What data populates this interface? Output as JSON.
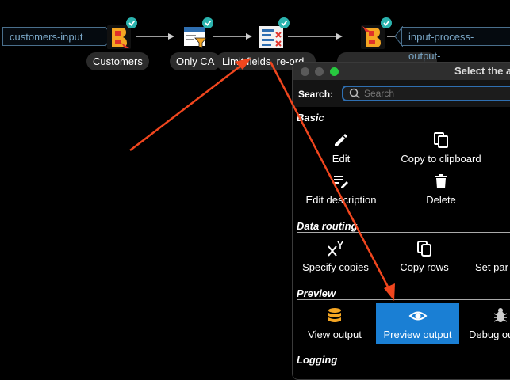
{
  "pipeline": {
    "input_port": "customers-input",
    "output_port": "input-process-output-",
    "nodes": [
      {
        "label": "Customers"
      },
      {
        "label": "Only CA"
      },
      {
        "label": "Limit fields, re-ord"
      },
      {
        "label": ""
      }
    ]
  },
  "dialog": {
    "title": "Select the a",
    "search_label": "Search:",
    "search_placeholder": "Search",
    "sections": [
      {
        "title": "Basic",
        "items": [
          {
            "label": "Edit",
            "icon": "pencil-icon"
          },
          {
            "label": "Copy to clipboard",
            "icon": "clipboard-copy-icon"
          },
          {
            "label": "Edit description",
            "icon": "edit-description-icon"
          },
          {
            "label": "Delete",
            "icon": "trash-icon"
          }
        ]
      },
      {
        "title": "Data routing",
        "items": [
          {
            "label": "Specify copies",
            "icon": "copies-icon"
          },
          {
            "label": "Copy rows",
            "icon": "copy-rows-icon"
          },
          {
            "label": "Set par",
            "icon": "partition-icon"
          }
        ]
      },
      {
        "title": "Preview",
        "items": [
          {
            "label": "View output",
            "icon": "database-icon"
          },
          {
            "label": "Preview output",
            "icon": "eye-icon"
          },
          {
            "label": "Debug ou",
            "icon": "bug-icon"
          }
        ]
      },
      {
        "title": "Logging",
        "items": []
      }
    ]
  },
  "colors": {
    "annotation_arrow": "#f0461e",
    "check_badge": "#2bb3ae",
    "selected_item": "#1a7fd4",
    "port_border": "#4a6f8c"
  }
}
